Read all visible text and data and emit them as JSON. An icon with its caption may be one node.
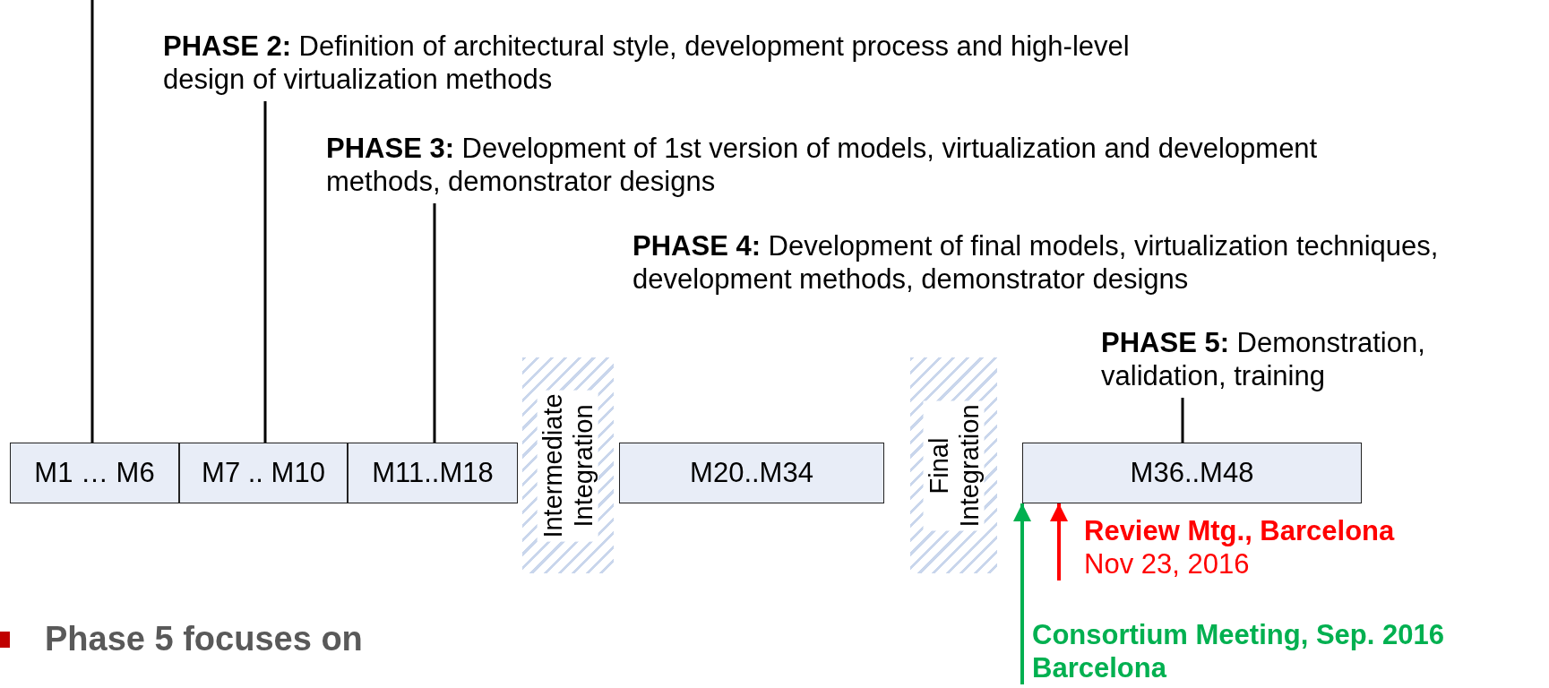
{
  "diagram": {
    "nodes": [
      {
        "text": [
          "**PHASE 2:** Definition of architectural style, development process and high-level design of virtualization methods"
        ]
      },
      {
        "text": [
          "**PHASE 3:** Development of 1st version of models, virtualization and development methods, demonstrator designs"
        ]
      },
      {
        "text": [
          "**PHASE 5:** Demonstration, validation, training"
        ]
      },
      {
        "text": [
          "M1 … M6"
        ]
      },
      {
        "text": [
          "M7 .. M10"
        ]
      },
      {
        "text": [
          "M11..M18"
        ]
      },
      {
        "text": [
          "Intermediate Integration"
        ]
      },
      {
        "text": [
          "M20..M34"
        ]
      },
      {
        "text": [
          "Final Integration"
        ]
      },
      {
        "text": [
          "M36..M48"
        ]
      },
      {
        "text": [
          "Review Mtg., Barcelona",
          "Nov 23, 2016"
        ]
      },
      {
        "text": [
          "Consortium Meeting, Sep. 2016 Barcelona"
        ]
      }
    ],
    "edges": [
      {
        "from": null,
        "to": 3,
        "arrow": "none"
      },
      {
        "from": 0,
        "to": 4,
        "arrow": "none"
      },
      {
        "from": 1,
        "to": 5,
        "arrow": "none"
      },
      {
        "from": 2,
        "to": 9,
        "arrow": "none"
      },
      {
        "from": 10,
        "to": 9,
        "arrow": "to",
        "color": "#ff0000"
      },
      {
        "from": 11,
        "to": 9,
        "arrow": "to",
        "color": "#00b050"
      }
    ],
    "labels": [
      "**PHASE 4:** Development of final models, virtualization techniques, development methods, demonstrator designs",
      "Phase 5 focuses on"
    ]
  }
}
